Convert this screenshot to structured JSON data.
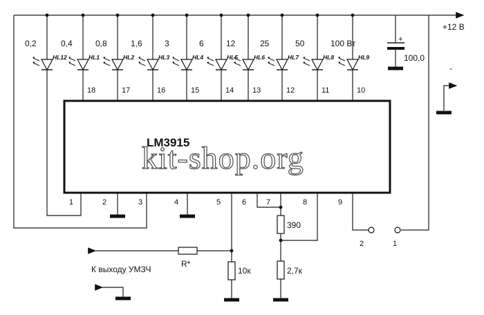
{
  "chip": {
    "name": "LM3915"
  },
  "watermark": "kit-shop.org",
  "supply": {
    "label": "+12 В"
  },
  "capacitor": {
    "value": "100,0",
    "plus": "+"
  },
  "leds": [
    {
      "ref": "HL12",
      "power": "0,2",
      "pin": "1"
    },
    {
      "ref": "HL1",
      "power": "0,4",
      "pin": "18"
    },
    {
      "ref": "HL2",
      "power": "0,8",
      "pin": "17"
    },
    {
      "ref": "HL3",
      "power": "1,6",
      "pin": "16"
    },
    {
      "ref": "HL4",
      "power": "3",
      "pin": "15"
    },
    {
      "ref": "HL5",
      "power": "6",
      "pin": "14"
    },
    {
      "ref": "HL6",
      "power": "12",
      "pin": "13"
    },
    {
      "ref": "HL7",
      "power": "25",
      "pin": "12"
    },
    {
      "ref": "HL8",
      "power": "50",
      "pin": "11"
    },
    {
      "ref": "HL9",
      "power": "100 Вт",
      "pin": "10"
    }
  ],
  "bottom_pins": [
    "1",
    "2",
    "3",
    "4",
    "5",
    "6",
    "7",
    "8",
    "9"
  ],
  "resistors": {
    "r390": "390",
    "r27k": "2,7к",
    "r10k": "10к",
    "rstar": "R*"
  },
  "switch": {
    "contact_a": "2",
    "contact_b": "1"
  },
  "input": {
    "label": "К выходу УМЗЧ"
  },
  "minus_label": "-"
}
